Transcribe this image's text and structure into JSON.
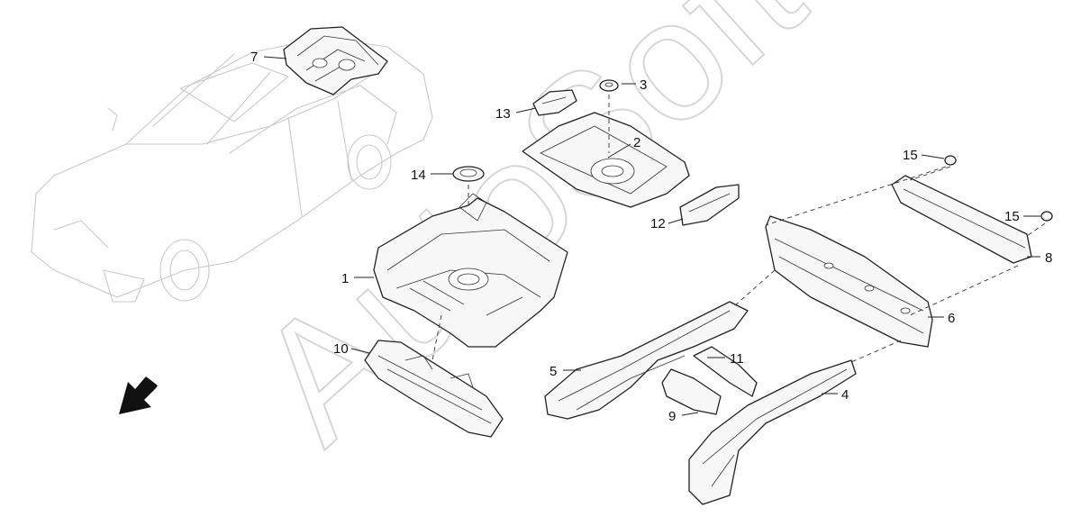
{
  "watermark": {
    "text": "AutoSoft"
  },
  "direction_arrow": {
    "icon": "front-direction-arrow-icon"
  },
  "callouts": [
    "1",
    "2",
    "3",
    "4",
    "5",
    "6",
    "7",
    "8",
    "9",
    "10",
    "11",
    "12",
    "13",
    "14",
    "15",
    "15"
  ]
}
